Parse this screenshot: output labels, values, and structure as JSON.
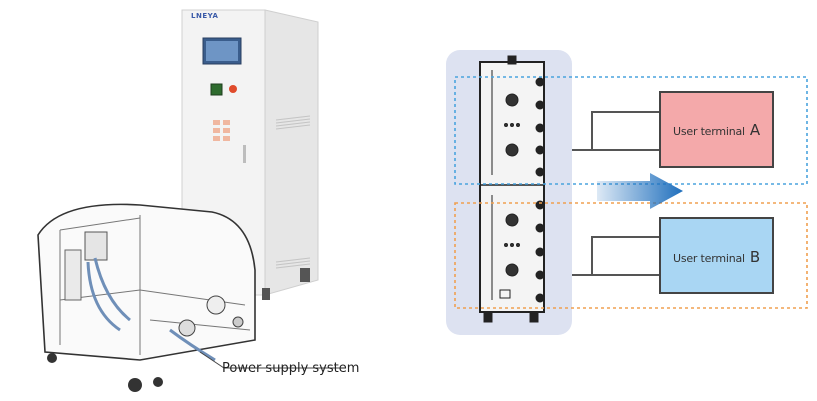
{
  "left_figure": {
    "brand_logo": "LNEYA",
    "callout_label": "Power supply system"
  },
  "right_diagram": {
    "terminal_a": {
      "label": "User terminal",
      "letter": "A",
      "color": "#f4a9aa"
    },
    "terminal_b": {
      "label": "User terminal",
      "letter": "B",
      "color": "#a9d6f3"
    },
    "group_a_border_color": "#4aa3de",
    "group_b_border_color": "#f0a050",
    "backdrop_color": "#dde2f1",
    "arrow_color": "#1f6fbd"
  }
}
